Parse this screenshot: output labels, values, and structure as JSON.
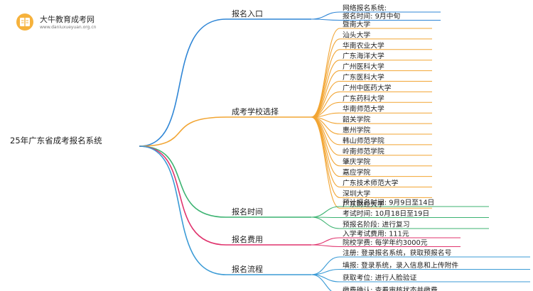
{
  "logo": {
    "name": "大牛教育成考网",
    "url": "www.daniuxueyuan.org.cn"
  },
  "root": {
    "label": "25年广东省成考报名系统"
  },
  "branches": [
    {
      "id": "entry",
      "label": "报名入口",
      "color": "#2f86d6",
      "leaves": [
        "网络报名系统:",
        "报名时间: 9月中旬"
      ]
    },
    {
      "id": "schools",
      "label": "成考学校选择",
      "color": "#f2a533",
      "leaves": [
        "暨南大学",
        "汕头大学",
        "华南农业大学",
        "广东海洋大学",
        "广州医科大学",
        "广东医科大学",
        "广州中医药大学",
        "广东药科大学",
        "华南师范大学",
        "韶关学院",
        "惠州学院",
        "韩山师范学院",
        "岭南师范学院",
        "肇庆学院",
        "嘉应学院",
        "广东技术师范大学",
        "深圳大学",
        "广东财经大学"
      ]
    },
    {
      "id": "time",
      "label": "报名时间",
      "color": "#3cb371",
      "leaves": [
        "预计报名时间: 9月9日至14日",
        "考试时间: 10月18日至19日",
        "预报名阶段: 进行复习"
      ]
    },
    {
      "id": "fee",
      "label": "报名费用",
      "color": "#e0336d",
      "leaves": [
        "入学考试费用: 111元",
        "院校学费: 每学年约3000元"
      ]
    },
    {
      "id": "process",
      "label": "报名流程",
      "color": "#3b9bd6",
      "leaves": [
        "注册: 登录报名系统，获取预报名号",
        "填报: 登录系统，录入信息和上传附件",
        "获取考位: 进行人脸验证",
        "缴费确认: 查看审核状态并缴费"
      ]
    }
  ]
}
